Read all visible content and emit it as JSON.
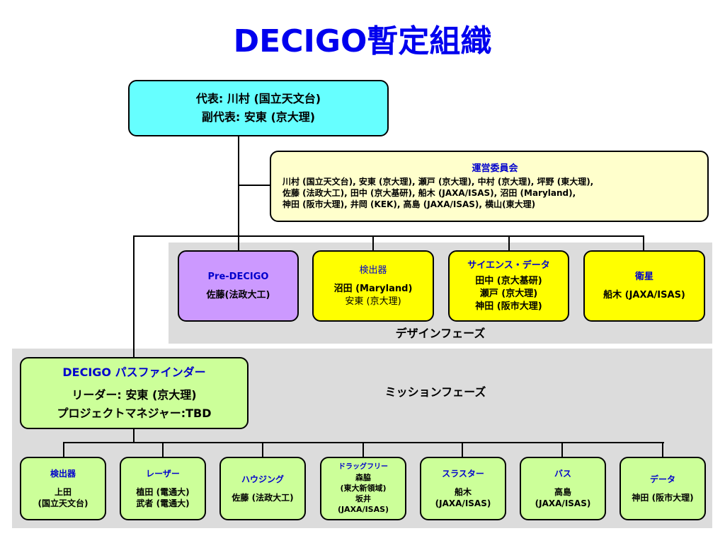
{
  "title": "DECIGO暫定組織",
  "head": {
    "line1": "代表: 川村 (国立天文台)",
    "line2": "副代表: 安東 (京大理)"
  },
  "committee": {
    "title": "運営委員会",
    "line1": "川村 (国立天文台), 安東 (京大理), 瀬戸 (京大理), 中村 (京大理), 坪野 (東大理),",
    "line2": "佐藤 (法政大工), 田中 (京大基研), 船木 (JAXA/ISAS), 沼田 (Maryland),",
    "line3": "神田 (阪市大理), 井岡 (KEK), 高島 (JAXA/ISAS), 横山(東大理)"
  },
  "design_phase": {
    "label": "デザインフェーズ",
    "groups": [
      {
        "title": "Pre-DECIGO",
        "members": [
          "佐藤(法政大工)"
        ]
      },
      {
        "title": "検出器",
        "members": [
          "沼田 (Maryland)",
          "安東 (京大理)"
        ]
      },
      {
        "title": "サイエンス・データ",
        "members": [
          "田中 (京大基研)",
          "瀬戸 (京大理)",
          "神田 (阪市大理)"
        ]
      },
      {
        "title": "衛星",
        "members": [
          "船木 (JAXA/ISAS)"
        ]
      }
    ]
  },
  "mission_phase": {
    "label": "ミッションフェーズ",
    "pathfinder": {
      "title": "DECIGO パスファインダー",
      "line1": "リーダー: 安東 (京大理)",
      "line2": "プロジェクトマネジャー:TBD"
    },
    "teams": [
      {
        "title": "検出器",
        "members": [
          "上田",
          "(国立天文台)"
        ]
      },
      {
        "title": "レーザー",
        "members": [
          "植田 (電通大)",
          "武者 (電通大)"
        ]
      },
      {
        "title": "ハウジング",
        "members": [
          "佐藤 (法政大工)"
        ]
      },
      {
        "title": "ドラッグフリー",
        "members": [
          "森脇",
          "(東大新領域)",
          "坂井",
          "(JAXA/ISAS)"
        ]
      },
      {
        "title": "スラスター",
        "members": [
          "船木",
          "(JAXA/ISAS)"
        ]
      },
      {
        "title": "バス",
        "members": [
          "高島",
          "(JAXA/ISAS)"
        ]
      },
      {
        "title": "データ",
        "members": [
          "神田 (阪市大理)"
        ]
      }
    ]
  },
  "colors": {
    "title": "#0000ee",
    "head_box": "#66ffff",
    "committee_box": "#ffffcc",
    "pre_decigo_box": "#cc99ff",
    "design_box": "#ffff00",
    "mission_box": "#ccff99",
    "phase_background": "#dcdcdc"
  }
}
